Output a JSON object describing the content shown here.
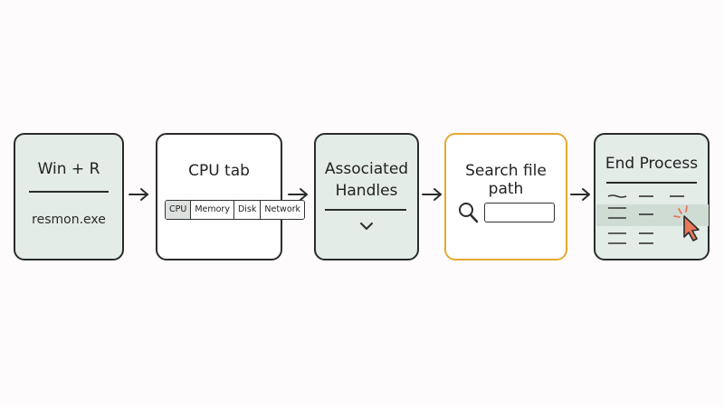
{
  "steps": [
    {
      "title": "Win + R",
      "subtitle": "resmon.exe"
    },
    {
      "title": "CPU tab",
      "tabs": [
        "CPU",
        "Memory",
        "Disk",
        "Network"
      ],
      "active_tab": "CPU"
    },
    {
      "title_line1": "Associated",
      "title_line2": "Handles"
    },
    {
      "title": "Search file path"
    },
    {
      "title": "End Process"
    }
  ],
  "colors": {
    "green_fill": "#e3ece7",
    "highlight_border": "#e6a933",
    "cursor_accent": "#e8785a",
    "stroke": "#2b2b2b"
  },
  "icons": [
    "chevron-down-icon",
    "search-icon",
    "cursor-icon",
    "arrow-right-icon"
  ]
}
